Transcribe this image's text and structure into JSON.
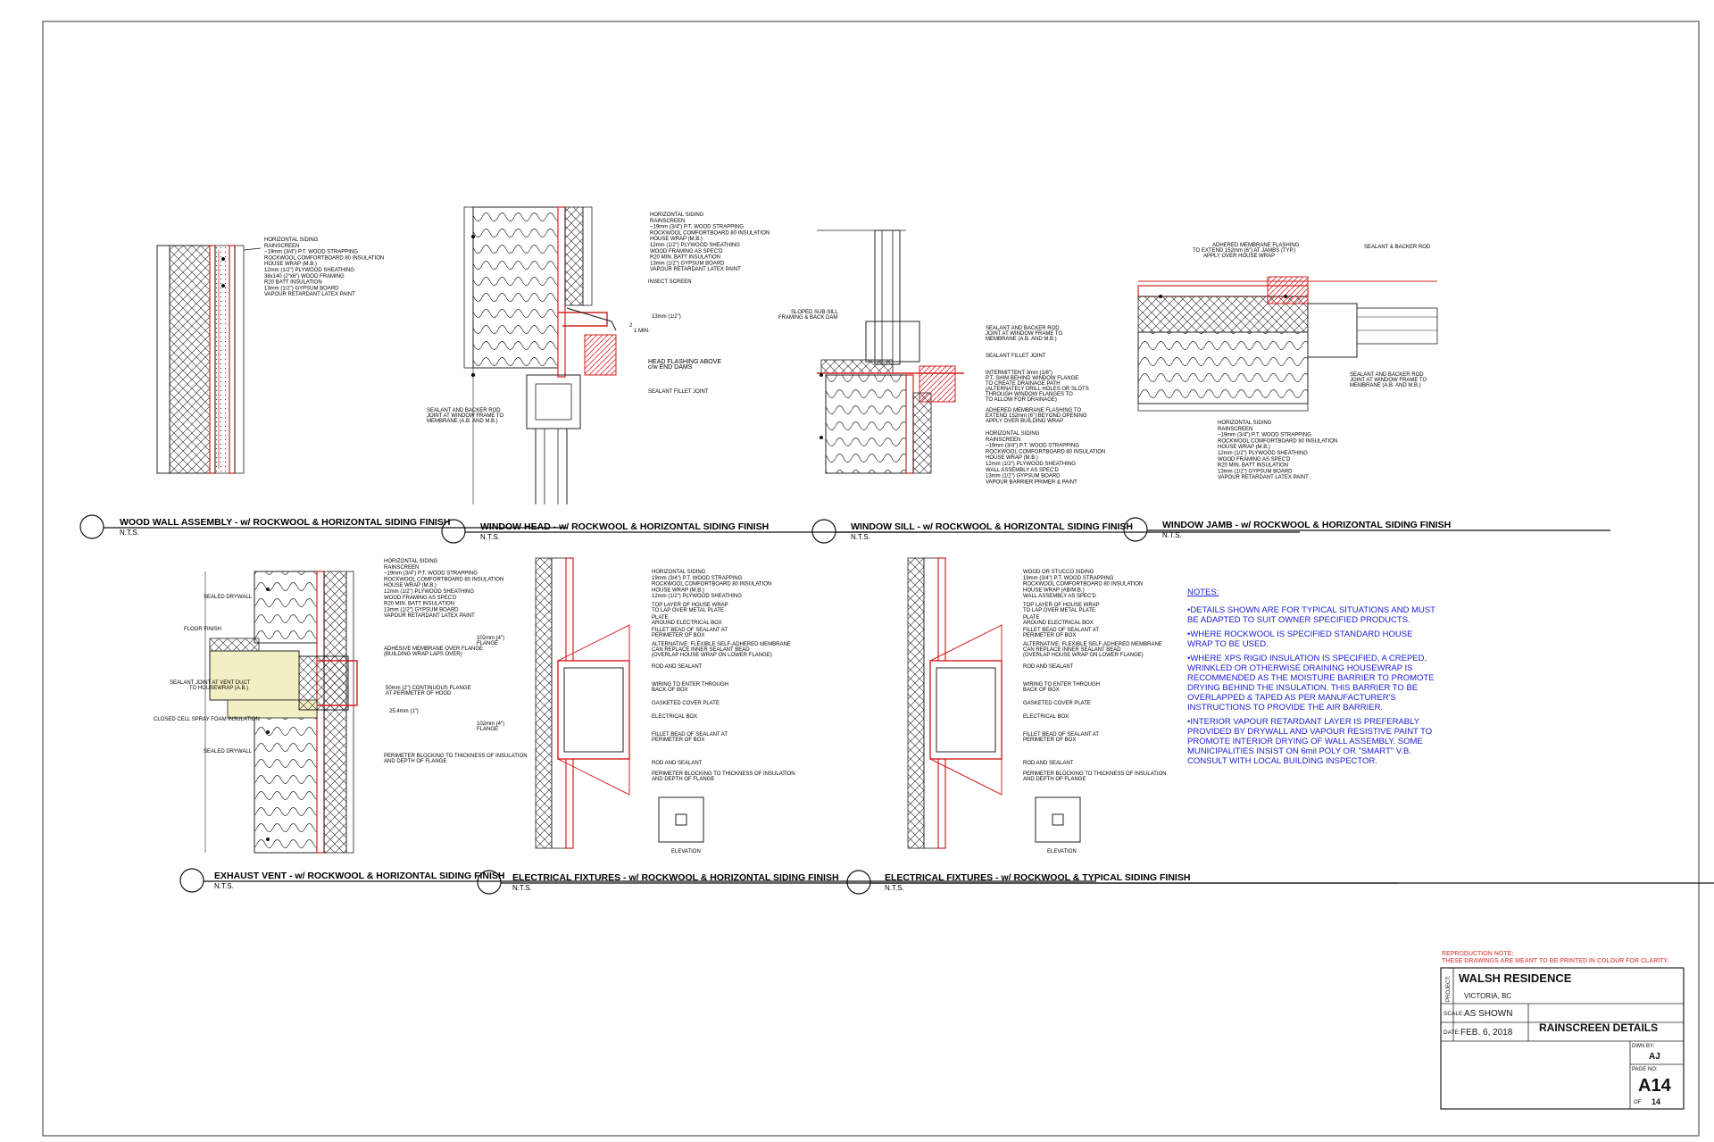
{
  "colors": {
    "line": "#1a1a1a",
    "red": "#d42020",
    "blue": "#1a1ad6",
    "pink": "#e06a6a",
    "insulYellow": "#f3efc4"
  },
  "details": [
    {
      "id": "d1",
      "title": "WOOD WALL ASSEMBLY - w/ ROCKWOOL & HORIZONTAL SIDING FINISH",
      "scale": "N.T.S.",
      "notes": [
        "HORIZONTAL SIDING",
        "RAINSCREEN",
        "  ~19mm (3/4\") P.T. WOOD STRAPPING",
        "ROCKWOOL COMFORTBOARD 80 INSULATION",
        "HOUSE WRAP (M.B.)",
        "12mm (1/2\") PLYWOOD SHEATHING",
        "38x140 (2\"x6\") WOOD FRAMING",
        "R20 BATT INSULATION",
        "13mm (1/2\") GYPSUM BOARD",
        "VAPOUR RETARDANT LATEX PAINT"
      ]
    },
    {
      "id": "d2",
      "title": "WINDOW HEAD - w/ ROCKWOOL & HORIZONTAL SIDING FINISH",
      "scale": "N.T.S.",
      "notes": [
        "HORIZONTAL SIDING",
        "RAINSCREEN",
        "  ~19mm (3/4\") P.T. WOOD STRAPPING",
        "ROCKWOOL COMFORTBOARD 80 INSULATION",
        "HOUSE WRAP (M.B.)",
        "12mm (1/2\") PLYWOOD SHEATHING",
        "WOOD FRAMING AS SPEC'D",
        "R20 MIN. BATT INSULATION",
        "13mm (1/2\") GYPSUM BOARD",
        "VAPOUR RETARDANT LATEX PAINT"
      ],
      "callouts": [
        "INSECT SCREEN",
        "13mm (1/2\")",
        "2",
        "1 MIN.",
        "HEAD FLASHING ABOVE",
        "c/w END DAMS",
        "SEALANT FILLET JOINT",
        "SEALANT AND BACKER ROD",
        "JOINT AT WINDOW FRAME TO",
        "MEMBRANE (A.B. AND M.B.)"
      ]
    },
    {
      "id": "d3",
      "title": "WINDOW SILL - w/ ROCKWOOL & HORIZONTAL SIDING FINISH",
      "scale": "N.T.S.",
      "callouts": [
        "SLOPED SUB-SILL",
        "FRAMING & BACK DAM",
        "SEALANT AND BACKER ROD",
        "JOINT AT WINDOW FRAME TO",
        "MEMBRANE (A.B. AND M.B.)",
        "SEALANT FILLET JOINT",
        "INTERMITTENT 3mm (1/8\")",
        "P.T. SHIM BEHIND WINDOW FLANGE",
        "TO CREATE DRAINAGE PATH",
        "(ALTERNATELY DRILL HOLES OR SLOTS",
        "THROUGH WINDOW FLANGES TO",
        "TO ALLOW FOR DRAINAGE)",
        "ADHERED MEMBRANE FLASHING TO",
        "EXTEND 152mm (6\") BEYOND OPENING",
        "APPLY OVER BUILDING WRAP"
      ],
      "notes": [
        "HORIZONTAL SIDING",
        "RAINSCREEN",
        "  ~19mm (3/4\") P.T. WOOD STRAPPING",
        "ROCKWOOL COMFORTBOARD 80 INSULATION",
        "HOUSE WRAP (M.B.)",
        "12mm (1/2\") PLYWOOD SHEATHING",
        "WALL ASSEMBLY AS SPEC'D",
        "13mm (1/2\") GYPSUM BOARD",
        "VAPOUR BARRIER PRIMER & PAINT"
      ]
    },
    {
      "id": "d4",
      "title": "WINDOW JAMB - w/ ROCKWOOL & HORIZONTAL SIDING FINISH",
      "scale": "N.T.S.",
      "callouts": [
        "ADHERED MEMBRANE FLASHING",
        "TO EXTEND 152mm (6\") AT JAMBS (TYP.)",
        "APPLY OVER HOUSE WRAP",
        "SEALANT & BACKER ROD",
        "SEALANT AND BACKER ROD",
        "JOINT AT WINDOW FRAME TO",
        "MEMBRANE (A.B. AND M.B.)"
      ],
      "notes": [
        "HORIZONTAL SIDING",
        "RAINSCREEN",
        "  ~19mm (3/4\") P.T. WOOD STRAPPING",
        "ROCKWOOL COMFORTBOARD 80 INSULATION",
        "HOUSE WRAP (M.B.)",
        "12mm (1/2\") PLYWOOD SHEATHING",
        "WOOD FRAMING AS SPEC'D",
        "R20 MIN. BATT INSULATION",
        "13mm (1/2\") GYPSUM BOARD",
        "VAPOUR RETARDANT LATEX PAINT"
      ]
    },
    {
      "id": "d5",
      "title": "EXHAUST VENT - w/ ROCKWOOL & HORIZONTAL SIDING FINISH",
      "scale": "N.T.S.",
      "notes": [
        "HORIZONTAL SIDING",
        "RAINSCREEN",
        "  ~19mm (3/4\") P.T. WOOD STRAPPING",
        "ROCKWOOL COMFORTBOARD 80 INSULATION",
        "HOUSE WRAP (M.B.)",
        "12mm (1/2\") PLYWOOD SHEATHING",
        "WOOD FRAMING AS SPEC'D",
        "R20 MIN. BATT INSULATION",
        "13mm (1/2\") GYPSUM BOARD",
        "VAPOUR RETARDANT LATEX PAINT"
      ],
      "leftCallouts": [
        "SEALED DRYWALL",
        "FLOOR FINISH",
        "SEALANT JOINT AT VENT DUCT",
        "TO HOUSEWRAP (A.B.)",
        "CLOSED CELL SPRAY FOAM INSULATION",
        "SEALED DRYWALL"
      ],
      "rightCallouts": [
        "102mm (4\")",
        "FLANGE",
        "ADHESIVE MEMBRANE OVER FLANGE",
        "(BUILDING WRAP LAPS OVER)",
        "50mm (2\") CONTINUOUS FLANGE",
        "AT PERIMETER OF HOOD",
        "25.4mm (1\")",
        "102mm (4\")",
        "FLANGE",
        "PERIMETER BLOCKING TO THICKNESS OF INSULATION",
        "AND DEPTH OF FLANGE"
      ]
    },
    {
      "id": "d6",
      "title": "ELECTRICAL FIXTURES - w/ ROCKWOOL & HORIZONTAL SIDING FINISH",
      "scale": "N.T.S.",
      "notes": [
        "HORIZONTAL SIDING",
        "19mm (3/4\") P.T. WOOD STRAPPING",
        "ROCKWOOL COMFORTBOARD 80 INSULATION",
        "HOUSE WRAP (M.B.)",
        "12mm (1/2\") PLYWOOD SHEATHING"
      ],
      "callouts": [
        "TOP LAYER OF HOUSE WRAP",
        "TO LAP OVER METAL PLATE",
        "PLATE",
        "AROUND ELECTRICAL BOX",
        "FILLET BEAD OF SEALANT AT",
        "PERIMETER OF BOX",
        "ALTERNATIVE: FLEXIBLE SELF-ADHERED MEMBRANE",
        "CAN REPLACE INNER SEALANT BEAD",
        "(OVERLAP HOUSE WRAP ON LOWER FLANGE)",
        "ROD AND SEALANT",
        "WIRING TO ENTER THROUGH",
        "BACK OF BOX",
        "GASKETED COVER PLATE",
        "ELECTRICAL BOX",
        "FILLET BEAD OF SEALANT AT",
        "PERIMETER OF BOX",
        "ROD AND SEALANT",
        "PERIMETER BLOCKING TO THICKNESS OF INSULATION",
        "AND DEPTH OF FLANGE"
      ],
      "elevation": "ELEVATION"
    },
    {
      "id": "d7",
      "title": "ELECTRICAL FIXTURES - w/ ROCKWOOL & TYPICAL SIDING FINISH",
      "scale": "N.T.S.",
      "notes": [
        "WOOD OR STUCCO SIDING",
        "19mm (3/4\") P.T. WOOD STRAPPING",
        "ROCKWOOL COMFORTBOARD 80 INSULATION",
        "HOUSE WRAP (AB/M.B.)",
        "WALL ASSEMBLY AS SPEC'D"
      ],
      "callouts": [
        "TOP LAYER OF HOUSE WRAP",
        "TO LAP OVER METAL PLATE",
        "PLATE",
        "AROUND ELECTRICAL BOX",
        "FILLET BEAD OF SEALANT AT",
        "PERIMETER OF BOX",
        "ALTERNATIVE: FLEXIBLE SELF-ADHERED MEMBRANE",
        "CAN REPLACE INNER SEALANT BEAD",
        "(OVERLAP HOUSE WRAP ON LOWER FLANGE)",
        "ROD AND SEALANT",
        "WIRING TO ENTER THROUGH",
        "BACK OF BOX",
        "GASKETED COVER PLATE",
        "ELECTRICAL BOX",
        "FILLET BEAD OF SEALANT AT",
        "PERIMETER OF BOX",
        "ROD AND SEALANT",
        "PERIMETER BLOCKING TO THICKNESS OF INSULATION",
        "AND DEPTH OF FLANGE"
      ],
      "elevation": "ELEVATION"
    }
  ],
  "notes": {
    "heading": "NOTES:",
    "lines": [
      "•DETAILS SHOWN ARE FOR TYPICAL SITUATIONS AND MUST",
      "BE ADAPTED TO SUIT OWNER SPECIFIED PRODUCTS.",
      "",
      "•WHERE ROCKWOOL IS SPECIFIED STANDARD HOUSE",
      "WRAP TO BE USED.",
      "",
      "•WHERE XPS RIGID INSULATION IS SPECIFIED, A CREPED,",
      "WRINKLED OR OTHERWISE DRAINING HOUSEWRAP IS",
      "RECOMMENDED AS THE MOISTURE BARRIER TO PROMOTE",
      "DRYING BEHIND THE INSULATION. THIS BARRIER TO BE",
      "OVERLAPPED & TAPED AS PER MANUFACTURER'S",
      "INSTRUCTIONS TO PROVIDE THE AIR BARRIER.",
      "",
      "•INTERIOR VAPOUR RETARDANT LAYER IS PREFERABLY",
      "PROVIDED BY DRYWALL AND VAPOUR RESISTIVE PAINT TO",
      "PROMOTE INTERIOR DRYING OF WALL ASSEMBLY. SOME",
      "MUNICIPALITIES INSIST ON 6mil POLY OR \"SMART\" V.B.",
      "CONSULT WITH LOCAL BUILDING INSPECTOR."
    ]
  },
  "titleblock": {
    "reproNote1": "REPRODUCTION NOTE:",
    "reproNote2": "THESE DRAWINGS ARE MEANT TO BE PRINTED IN COLOUR FOR CLARITY.",
    "projectLabel": "PROJECT:",
    "project": "WALSH RESIDENCE",
    "location": "VICTORIA, BC",
    "scaleLabel": "SCALE:",
    "scale": "AS SHOWN",
    "dateLabel": "DATE:",
    "date": "FEB. 6, 2018",
    "sheetTitle": "RAINSCREEN DETAILS",
    "drawnLabel": "DWN BY:",
    "drawn": "AJ",
    "pageLabel": "PAGE NO:",
    "page": "A14",
    "ofLabel": "OF",
    "total": "14"
  }
}
